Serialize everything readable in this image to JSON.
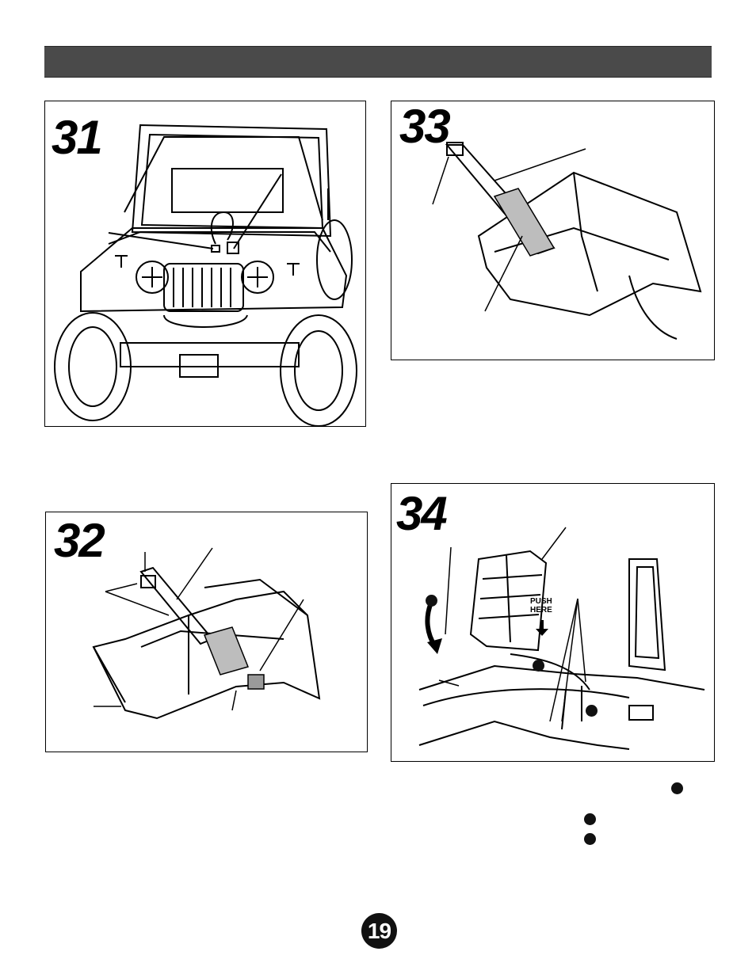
{
  "steps": [
    {
      "number": "31"
    },
    {
      "number": "32"
    },
    {
      "number": "33"
    },
    {
      "number": "34",
      "push_label_1": "PUSH",
      "push_label_2": "HERE"
    }
  ],
  "page": {
    "number": "19"
  }
}
